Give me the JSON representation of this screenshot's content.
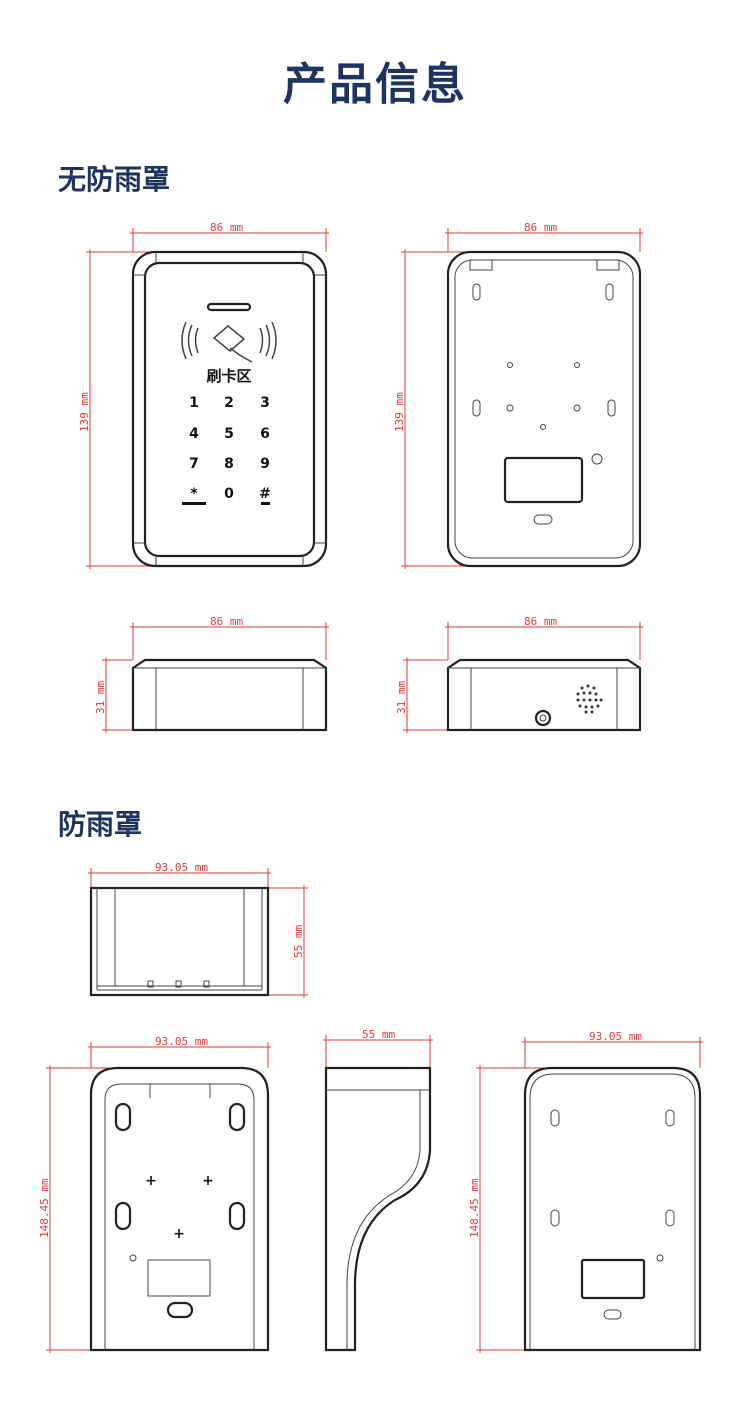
{
  "header": {
    "title": "产品信息"
  },
  "sections": {
    "no_cover": "无防雨罩",
    "cover": "防雨罩"
  },
  "dims": {
    "width_86": "86 mm",
    "height_139": "139 mm",
    "depth_31": "31 mm",
    "cover_width": "93.05 mm",
    "cover_depth": "55 mm",
    "cover_height": "148.45 mm"
  },
  "device": {
    "card_area": "刷卡区",
    "keys": [
      "1",
      "2",
      "3",
      "4",
      "5",
      "6",
      "7",
      "8",
      "9",
      "*",
      "0",
      "#"
    ]
  },
  "colors": {
    "title": "#1d3461",
    "dimension": "#e53935"
  }
}
